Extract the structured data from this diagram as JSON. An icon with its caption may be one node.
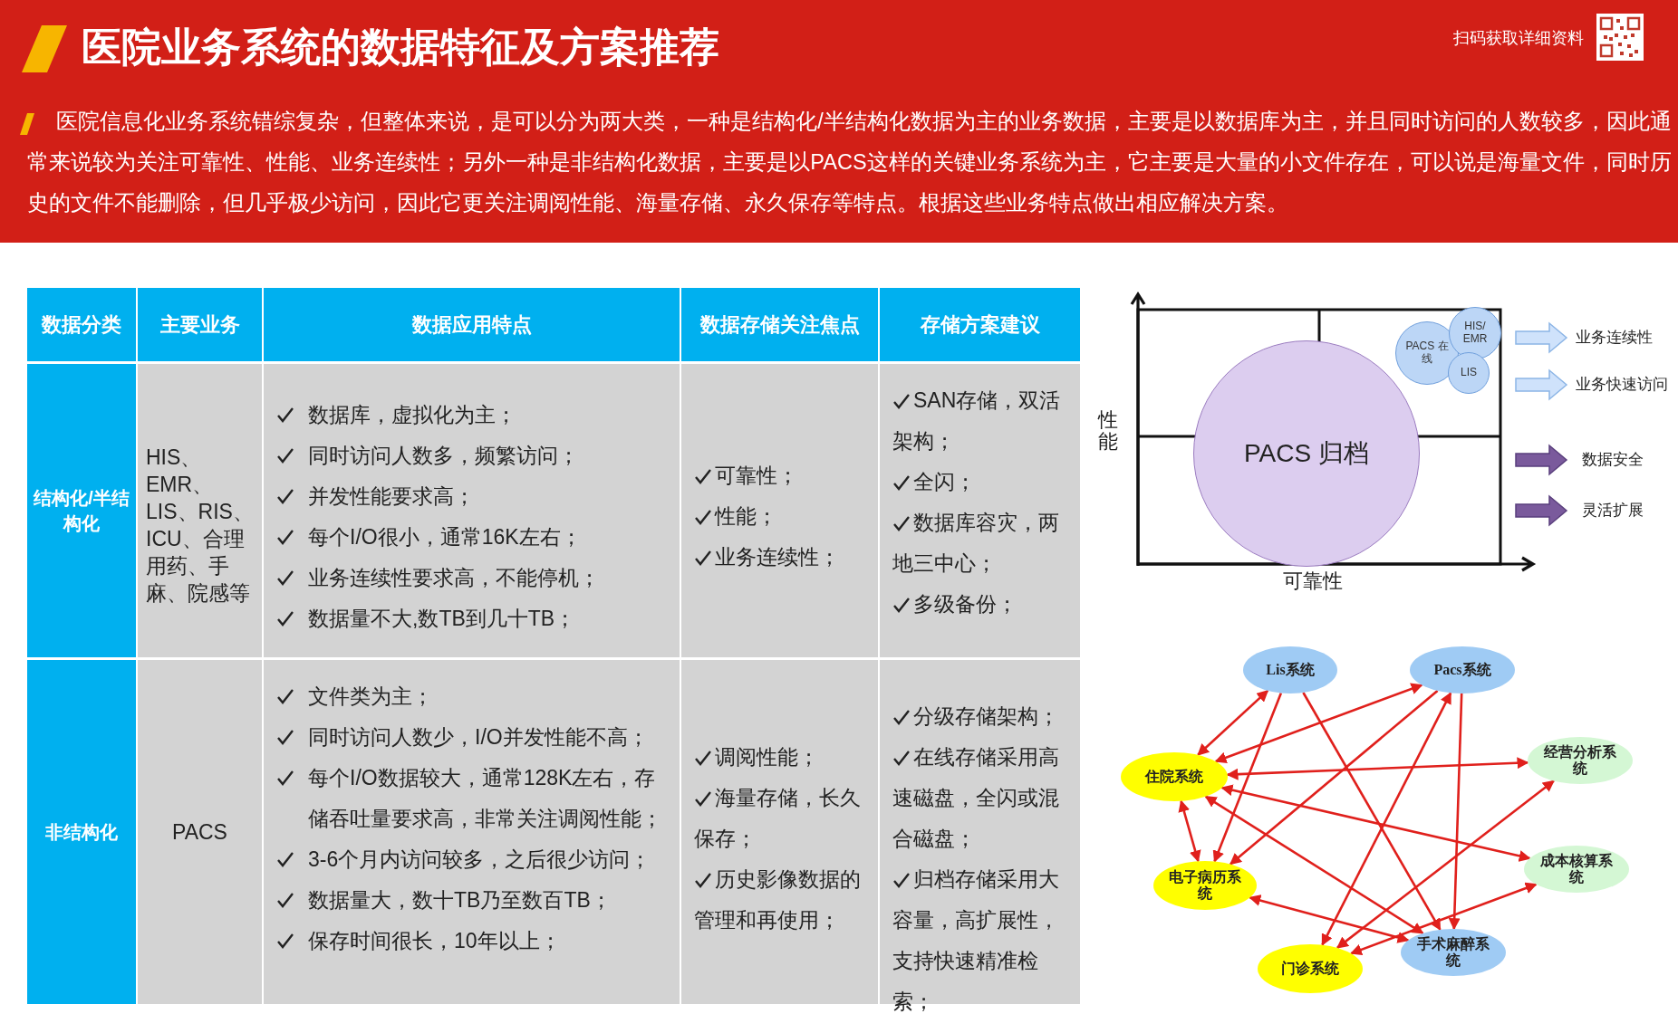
{
  "diagram": {
    "title": "医院业务系统的数据特征及方案推荐",
    "nodes": [
      {
        "text": [
          "PACS 归档"
        ]
      },
      {
        "text": [
          "PACS 在线"
        ]
      },
      {
        "text": [
          "HIS/ EMR"
        ]
      },
      {
        "text": [
          "LIS"
        ]
      },
      {
        "text": [
          "Lis系统"
        ]
      },
      {
        "text": [
          "Pacs系统"
        ]
      },
      {
        "text": [
          "住院系统"
        ]
      },
      {
        "text": [
          "经营分析系统"
        ]
      },
      {
        "text": [
          "电子病历系统"
        ]
      },
      {
        "text": [
          "成本核算系统"
        ]
      },
      {
        "text": [
          "门诊系统"
        ]
      },
      {
        "text": [
          "手术麻醉系统"
        ]
      }
    ],
    "edges": [
      {
        "from": 4,
        "to": 6,
        "arrow": "both"
      },
      {
        "from": 4,
        "to": 8,
        "arrow": "to"
      },
      {
        "from": 4,
        "to": 11,
        "arrow": "to"
      },
      {
        "from": 5,
        "to": 6,
        "arrow": "both"
      },
      {
        "from": 5,
        "to": 8,
        "arrow": "to"
      },
      {
        "from": 5,
        "to": 10,
        "arrow": "both"
      },
      {
        "from": 5,
        "to": 11,
        "arrow": "to"
      },
      {
        "from": 6,
        "to": 7,
        "arrow": "both"
      },
      {
        "from": 6,
        "to": 9,
        "arrow": "both"
      },
      {
        "from": 6,
        "to": 11,
        "arrow": "both"
      },
      {
        "from": 6,
        "to": 8,
        "arrow": "both"
      },
      {
        "from": 8,
        "to": 11,
        "arrow": "both"
      },
      {
        "from": 7,
        "to": 10,
        "arrow": "both"
      },
      {
        "from": 9,
        "to": 10,
        "arrow": "both"
      }
    ],
    "labels": [
      "扫码获取详细资料",
      "医院信息化业务系统错综复杂，但整体来说，是可以分为两大类，一种是结构化/半结构化数据为主的业务数据，主要是以数据库为主，并且同时访问的人数较多，因此通常来说较为关注可靠性、性能、业务连续性；另外一种是非结构化数据，主要是以PACS这样的关键业务系统为主，它主要是大量的小文件存在，可以说是海量文件，同时历史的文件不能删除，但几乎极少访问，因此它更关注调阅性能、海量存储、永久保存等特点。根据这些业务特点做出相应解决方案。",
      "数据分类",
      "主要业务",
      "数据应用特点",
      "数据存储关注焦点",
      "存储方案建议",
      "结构化/半结构化",
      "HIS、EMR、LIS、RIS、ICU、合理用药、手麻、院感等",
      "数据库，虚拟化为主；",
      "同时访问人数多，频繁访问；",
      "并发性能要求高；",
      "每个I/O很小，通常16K左右；",
      "业务连续性要求高，不能停机；",
      "数据量不大,数TB到几十TB；",
      "可靠性；",
      "性能；",
      "业务连续性；",
      "SAN存储，双活架构；",
      "全闪；",
      "数据库容灾，两地三中心；",
      "多级备份；",
      "非结构化",
      "PACS",
      "文件类为主；",
      "同时访问人数少，I/O并发性能不高；",
      "每个I/O数据较大，通常128K左右，存储吞吐量要求高，非常关注调阅性能；",
      "3-6个月内访问较多，之后很少访问；",
      "数据量大，数十TB乃至数百TB；",
      "保存时间很长，10年以上；",
      "调阅性能；",
      "海量存储，长久保存；",
      "历史影像数据的管理和再使用；",
      "分级存储架构；",
      "在线存储采用高速磁盘，全闪或混合磁盘；",
      "归档存储采用大容量，高扩展性，支持快速精准检索；",
      "性能",
      "可靠性"
    ],
    "legend": [
      {
        "text": "业务连续性"
      },
      {
        "text": "业务快速访问"
      },
      {
        "text": "数据安全"
      },
      {
        "text": "灵活扩展"
      }
    ]
  }
}
